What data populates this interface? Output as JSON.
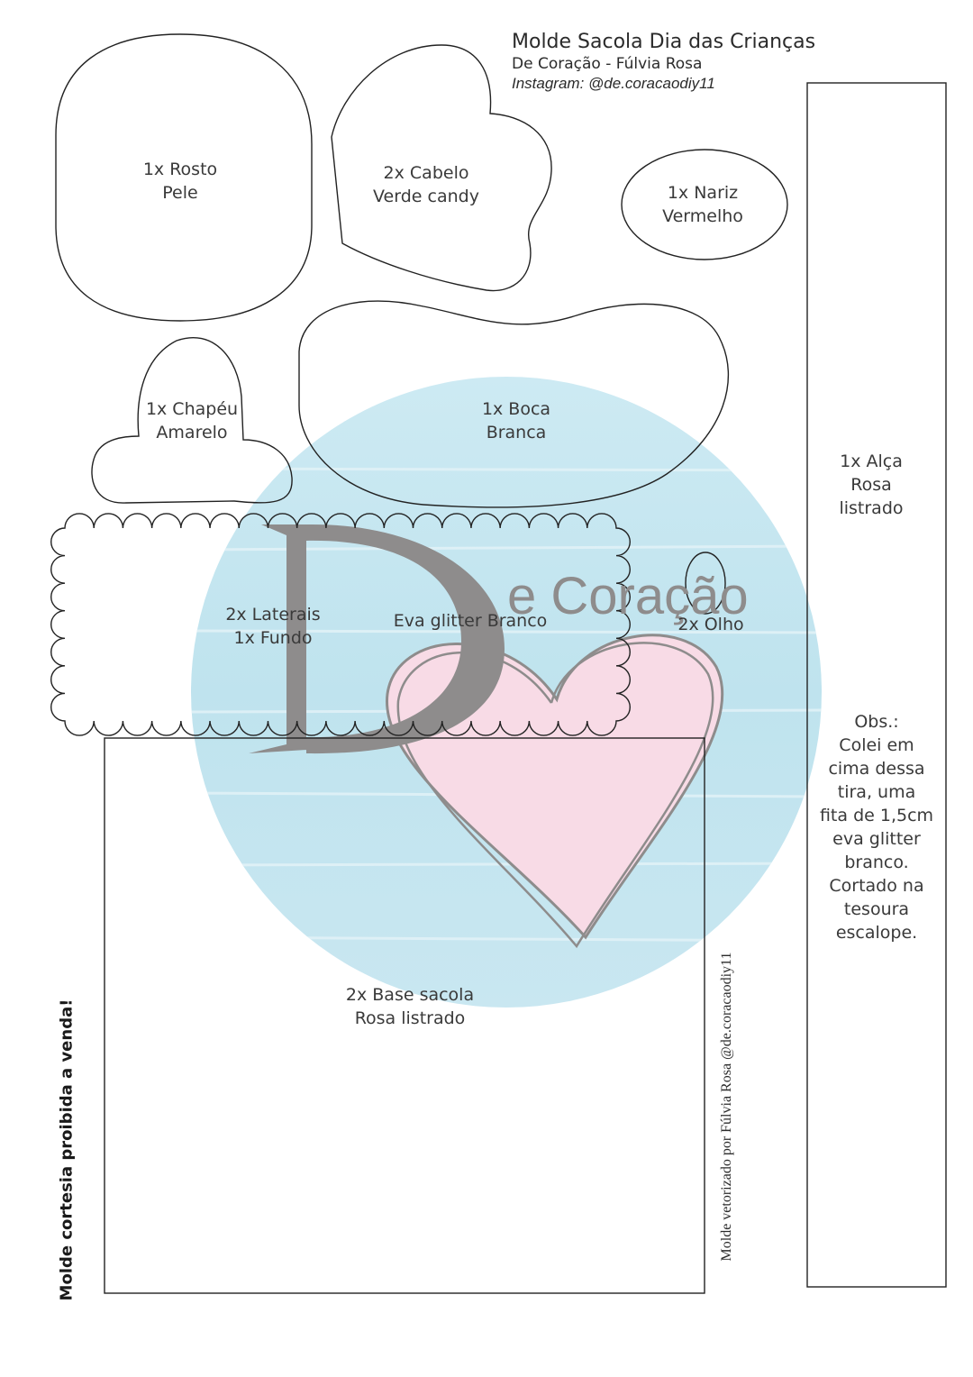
{
  "header": {
    "title": "Molde Sacola Dia das Crianças",
    "subtitle": "De Coração - Fúlvia Rosa",
    "instagram": "Instagram: @de.coracaodiy11"
  },
  "pieces": {
    "rosto": [
      "1x Rosto",
      "Pele"
    ],
    "cabelo": [
      "2x Cabelo",
      "Verde candy"
    ],
    "nariz": [
      "1x Nariz",
      "Vermelho"
    ],
    "chapeu": [
      "1x Chapéu",
      "Amarelo"
    ],
    "boca": [
      "1x Boca",
      "Branca"
    ],
    "alca": [
      "1x Alça",
      "Rosa",
      "listrado"
    ],
    "laterais": [
      "2x Laterais",
      "1x Fundo"
    ],
    "glitter": "Eva glitter Branco",
    "olho": "2x Olho",
    "base": [
      "2x Base sacola",
      "Rosa listrado"
    ]
  },
  "obs": [
    "Obs.:",
    "Colei em",
    "cima dessa",
    "tira, uma",
    "fita de 1,5cm",
    "eva glitter",
    "branco.",
    "Cortado na",
    "tesoura",
    "escalope."
  ],
  "side_left": "Molde cortesia proibida a venda!",
  "side_right": "Molde vetorizado por Fúlvia Rosa @de.coracaodiy11",
  "watermark": {
    "letter": "D",
    "text": "e Coração"
  },
  "colors": {
    "outline": "#222222",
    "watermark_blue": "#bfe3ee",
    "watermark_heart": "#f8dbe6",
    "watermark_grey": "#8e8c8c"
  }
}
